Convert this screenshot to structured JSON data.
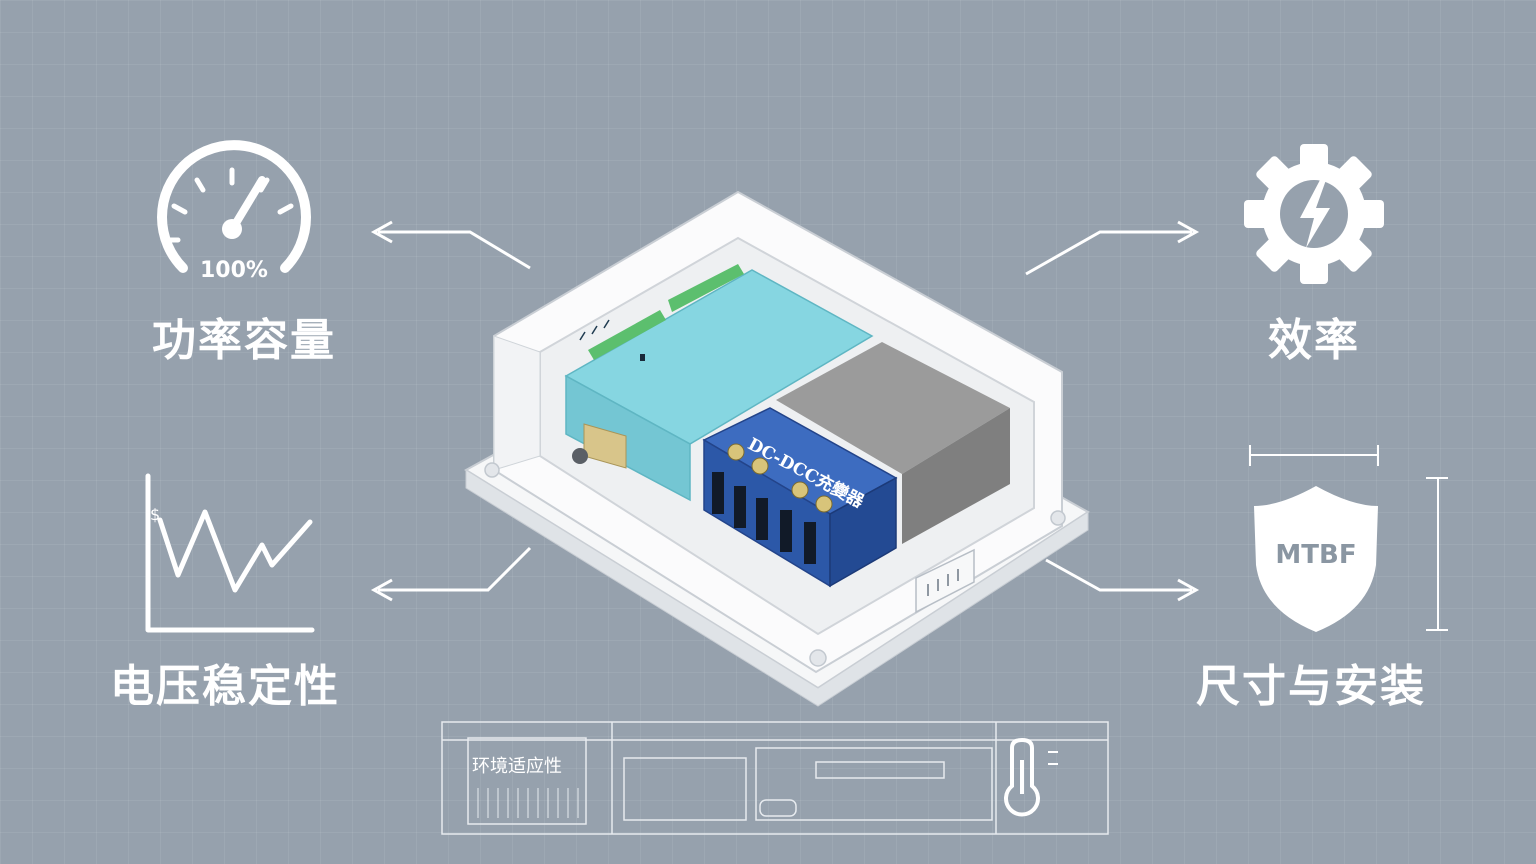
{
  "labels": {
    "power_capacity": "功率容量",
    "efficiency": "效率",
    "voltage_stability": "电压稳定性",
    "size_install": "尺寸与安装",
    "environment": "环境适应性"
  },
  "gauge": {
    "value_text": "100%"
  },
  "shield": {
    "text": "MTBF"
  },
  "module": {
    "terminal_label": "DC-DCC充變器"
  },
  "colors": {
    "background": "#96a1ad",
    "pcb": "#7fd0dc",
    "terminal_block": "#2c58a8",
    "inductor": "#8e8e8e",
    "icon": "#ffffff"
  },
  "icons": [
    "gauge-icon",
    "gear-lightning-icon",
    "line-graph-icon",
    "shield-icon",
    "thermometer-icon"
  ]
}
